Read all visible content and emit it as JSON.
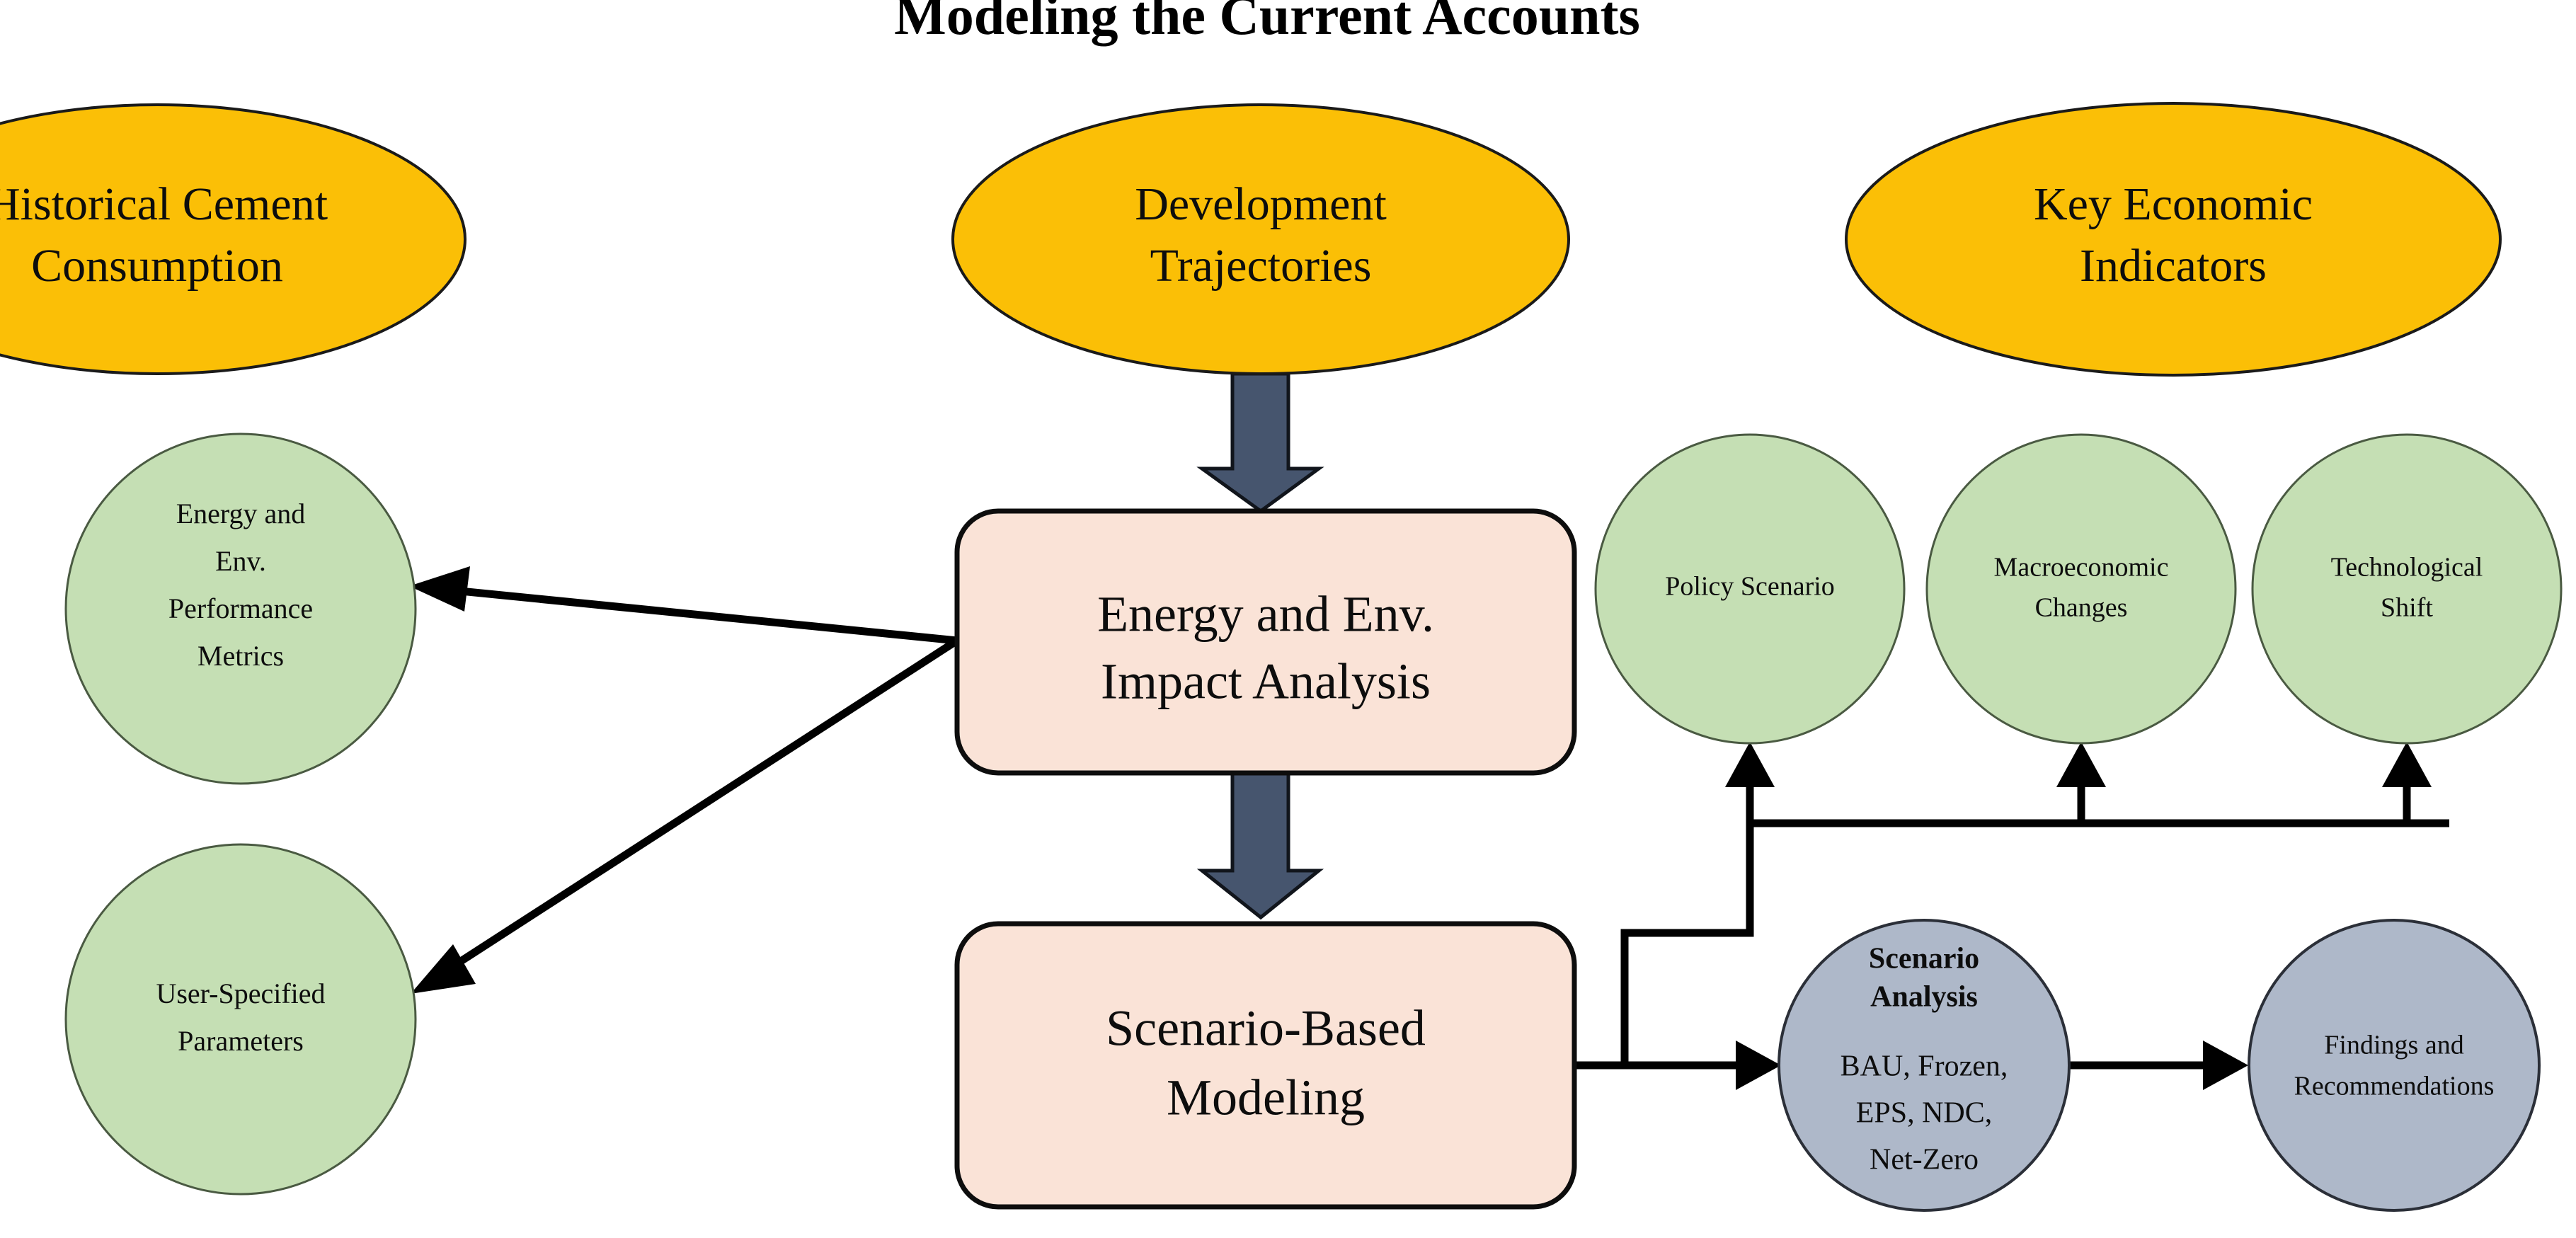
{
  "title": "Modeling the Current Accounts",
  "colors": {
    "ellipse_fill": "#FBBF06",
    "green_circle_fill": "#C5DFB4",
    "blue_circle_fill": "#AEB8C9",
    "process_box_fill": "#FAE3D7",
    "block_arrow_fill": "#46556E",
    "outline": "#000000",
    "background": "#FFFFFF"
  },
  "inputs": {
    "historical": {
      "line1": "Historical Cement",
      "line2": "Consumption"
    },
    "development": {
      "line1": "Development",
      "line2": "Trajectories"
    },
    "indicators": {
      "line1": "Key Economic",
      "line2": "Indicators"
    }
  },
  "outputs": {
    "metrics": {
      "line1": "Energy and",
      "line2": "Env.",
      "line3": "Performance",
      "line4": "Metrics"
    },
    "parameters": {
      "line1": "User-Specified",
      "line2": "Parameters"
    }
  },
  "process": {
    "impact": {
      "line1": "Energy and Env.",
      "line2": "Impact Analysis"
    },
    "modeling": {
      "line1": "Scenario-Based",
      "line2": "Modeling"
    }
  },
  "drivers": {
    "policy": {
      "line1": "Policy Scenario",
      "line2": ""
    },
    "macro": {
      "line1": "Macroeconomic",
      "line2": "Changes"
    },
    "tech": {
      "line1": "Technological",
      "line2": "Shift"
    }
  },
  "results": {
    "scenario": {
      "heading1": "Scenario",
      "heading2": "Analysis",
      "body1": "BAU, Frozen,",
      "body2": "EPS, NDC,",
      "body3": "Net-Zero"
    },
    "findings": {
      "line1": "Findings and",
      "line2": "Recommendations"
    }
  }
}
